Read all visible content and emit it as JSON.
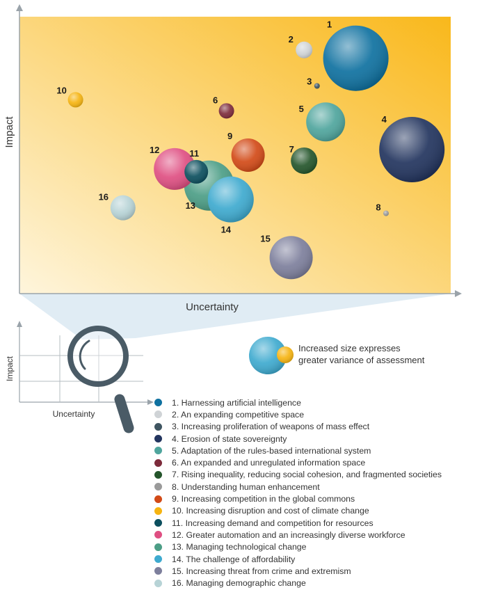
{
  "chart_data": {
    "type": "scatter",
    "xlabel": "Uncertainty",
    "ylabel": "Impact",
    "inset": {
      "xlabel": "Uncertainty",
      "ylabel": "Impact"
    },
    "size_note": {
      "line1": "Increased size expresses",
      "line2": "greater variance of assessment"
    },
    "background": {
      "start": "#fef5dc",
      "end": "#f9b81b"
    },
    "points": [
      {
        "id": "1",
        "label": "Harnessing artificial intelligence",
        "x": 0.78,
        "y": 0.85,
        "size": 47,
        "color": "#0f71a0"
      },
      {
        "id": "2",
        "label": "An expanding competitive space",
        "x": 0.66,
        "y": 0.88,
        "size": 12,
        "color": "#cfd3d6"
      },
      {
        "id": "3",
        "label": "Increasing proliferation of weapons of mass effect",
        "x": 0.69,
        "y": 0.75,
        "size": 4,
        "color": "#3f5561"
      },
      {
        "id": "4",
        "label": "Erosion of state sovereignty",
        "x": 0.91,
        "y": 0.52,
        "size": 47,
        "color": "#22345e"
      },
      {
        "id": "5",
        "label": "Adaptation of the rules-based international system",
        "x": 0.71,
        "y": 0.62,
        "size": 28,
        "color": "#4fa59d"
      },
      {
        "id": "6",
        "label": "An expanded and unregulated information space",
        "x": 0.48,
        "y": 0.66,
        "size": 11,
        "color": "#7d2b3b"
      },
      {
        "id": "7",
        "label": "Rising inequality, reducing social cohesion, and fragmented societies",
        "x": 0.66,
        "y": 0.48,
        "size": 19,
        "color": "#24552b"
      },
      {
        "id": "8",
        "label": "Understanding human enhancement",
        "x": 0.85,
        "y": 0.29,
        "size": 4,
        "color": "#9a9a9a"
      },
      {
        "id": "9",
        "label": "Increasing competition in the global commons",
        "x": 0.53,
        "y": 0.5,
        "size": 24,
        "color": "#d24a17"
      },
      {
        "id": "10",
        "label": "Increasing disruption and cost of climate change",
        "x": 0.13,
        "y": 0.7,
        "size": 11,
        "color": "#f6b411"
      },
      {
        "id": "11",
        "label": "Increasing demand and competition for resources",
        "x": 0.41,
        "y": 0.44,
        "size": 17,
        "color": "#0c4f5e"
      },
      {
        "id": "12",
        "label": "Greater automation and an increasingly diverse workforce",
        "x": 0.36,
        "y": 0.45,
        "size": 30,
        "color": "#df4f82"
      },
      {
        "id": "13",
        "label": "Managing technological change",
        "x": 0.44,
        "y": 0.39,
        "size": 36,
        "color": "#4c9e86"
      },
      {
        "id": "14",
        "label": "The challenge of affordability",
        "x": 0.49,
        "y": 0.34,
        "size": 33,
        "color": "#3eaacf"
      },
      {
        "id": "15",
        "label": "Increasing threat from crime and extremism",
        "x": 0.63,
        "y": 0.13,
        "size": 31,
        "color": "#7d7f9c"
      },
      {
        "id": "16",
        "label": "Managing demographic change",
        "x": 0.24,
        "y": 0.31,
        "size": 18,
        "color": "#b7d3d6"
      }
    ]
  }
}
